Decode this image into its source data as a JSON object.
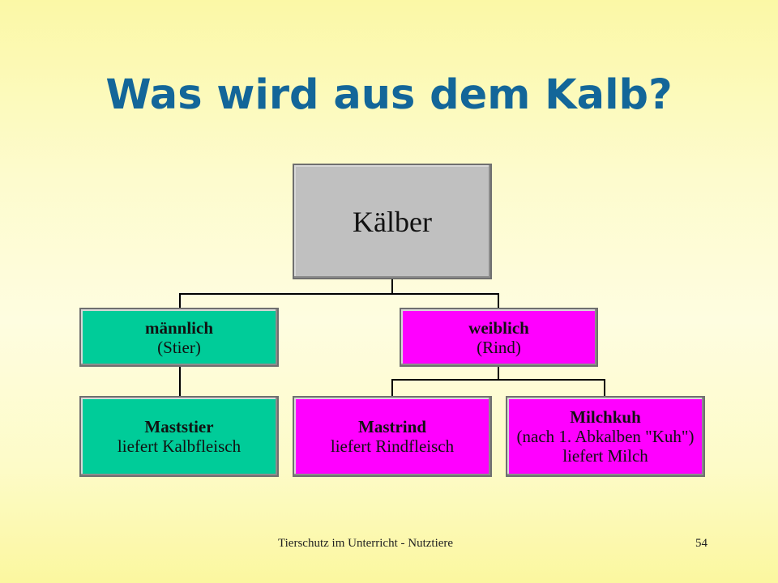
{
  "slide": {
    "title": "Was wird aus dem Kalb?",
    "footer_text": "Tierschutz im Unterricht - Nutztiere",
    "page_number": "54"
  },
  "diagram": {
    "root": {
      "label": "Kälber"
    },
    "male": {
      "label": "männlich",
      "sub": "(Stier)"
    },
    "female": {
      "label": "weiblich",
      "sub": "(Rind)"
    },
    "maststier": {
      "label": "Maststier",
      "line1": "liefert Kalbfleisch"
    },
    "mastrind": {
      "label": "Mastrind",
      "line1": "liefert Rindfleisch"
    },
    "milchkuh": {
      "label": "Milchkuh",
      "line1": "(nach 1. Abkalben \"Kuh\")",
      "line2": "liefert Milch"
    }
  },
  "colors": {
    "title": "#136699",
    "root_box": "#c0c0c0",
    "male_box": "#00cc99",
    "female_box": "#ff00ff"
  }
}
